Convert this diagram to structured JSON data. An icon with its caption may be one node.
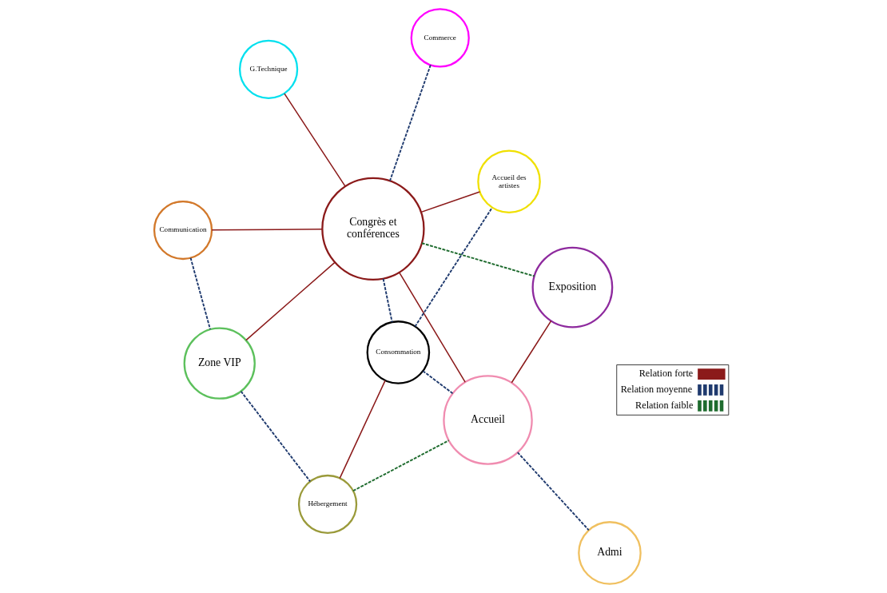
{
  "diagram": {
    "nodes": [
      {
        "text": [
          "Communication"
        ]
      },
      {
        "text": [
          "Commerce"
        ]
      },
      {
        "text": [
          "G.Technique"
        ]
      },
      {
        "text": [
          "Zone VIP"
        ]
      },
      {
        "text": [
          "Congrès et conférences"
        ]
      },
      {
        "text": [
          "Exposition"
        ]
      },
      {
        "text": [
          "Hébergement"
        ]
      },
      {
        "text": [
          "Accueil des artistes"
        ]
      },
      {
        "text": [
          "Consommation"
        ]
      },
      {
        "text": [
          "Accueil"
        ]
      },
      {
        "text": [
          "Admi"
        ]
      }
    ],
    "edges": [
      {
        "from": 0,
        "to": 4,
        "arrow": "none"
      },
      {
        "from": 1,
        "to": 4,
        "arrow": "none",
        "style": "dashed",
        "color": "#1f3a6e"
      },
      {
        "from": 2,
        "to": 4,
        "arrow": "none"
      },
      {
        "from": 0,
        "to": 3,
        "arrow": "none",
        "style": "dashed",
        "color": "#1f3a6e"
      },
      {
        "from": 3,
        "to": 4,
        "arrow": "none"
      },
      {
        "from": 4,
        "to": 5,
        "arrow": "none",
        "style": "dashed",
        "color": "#1e6b2e"
      },
      {
        "from": 3,
        "to": 6,
        "arrow": "none",
        "style": "dashed",
        "color": "#1f3a6e"
      },
      {
        "from": 4,
        "to": 7,
        "arrow": "none"
      },
      {
        "from": 4,
        "to": 9,
        "arrow": "none"
      },
      {
        "from": 4,
        "to": 8,
        "arrow": "none",
        "style": "dashed",
        "color": "#1f3a6e"
      },
      {
        "from": 6,
        "to": 8,
        "arrow": "none"
      },
      {
        "from": 6,
        "to": 9,
        "arrow": "none",
        "style": "dashed",
        "color": "#1e6b2e"
      },
      {
        "from": 8,
        "to": 7,
        "arrow": "none",
        "style": "dashed",
        "color": "#1f3a6e"
      },
      {
        "from": 8,
        "to": 9,
        "arrow": "none",
        "style": "dashed",
        "color": "#1f3a6e"
      },
      {
        "from": 9,
        "to": 5,
        "arrow": "none"
      },
      {
        "from": 9,
        "to": 10,
        "arrow": "none",
        "style": "dashed",
        "color": "#1f3a6e"
      }
    ],
    "legend": [
      {
        "text": "Relation forte"
      },
      {
        "text": "Relation moyenne"
      },
      {
        "text": "Relation faible"
      }
    ]
  }
}
